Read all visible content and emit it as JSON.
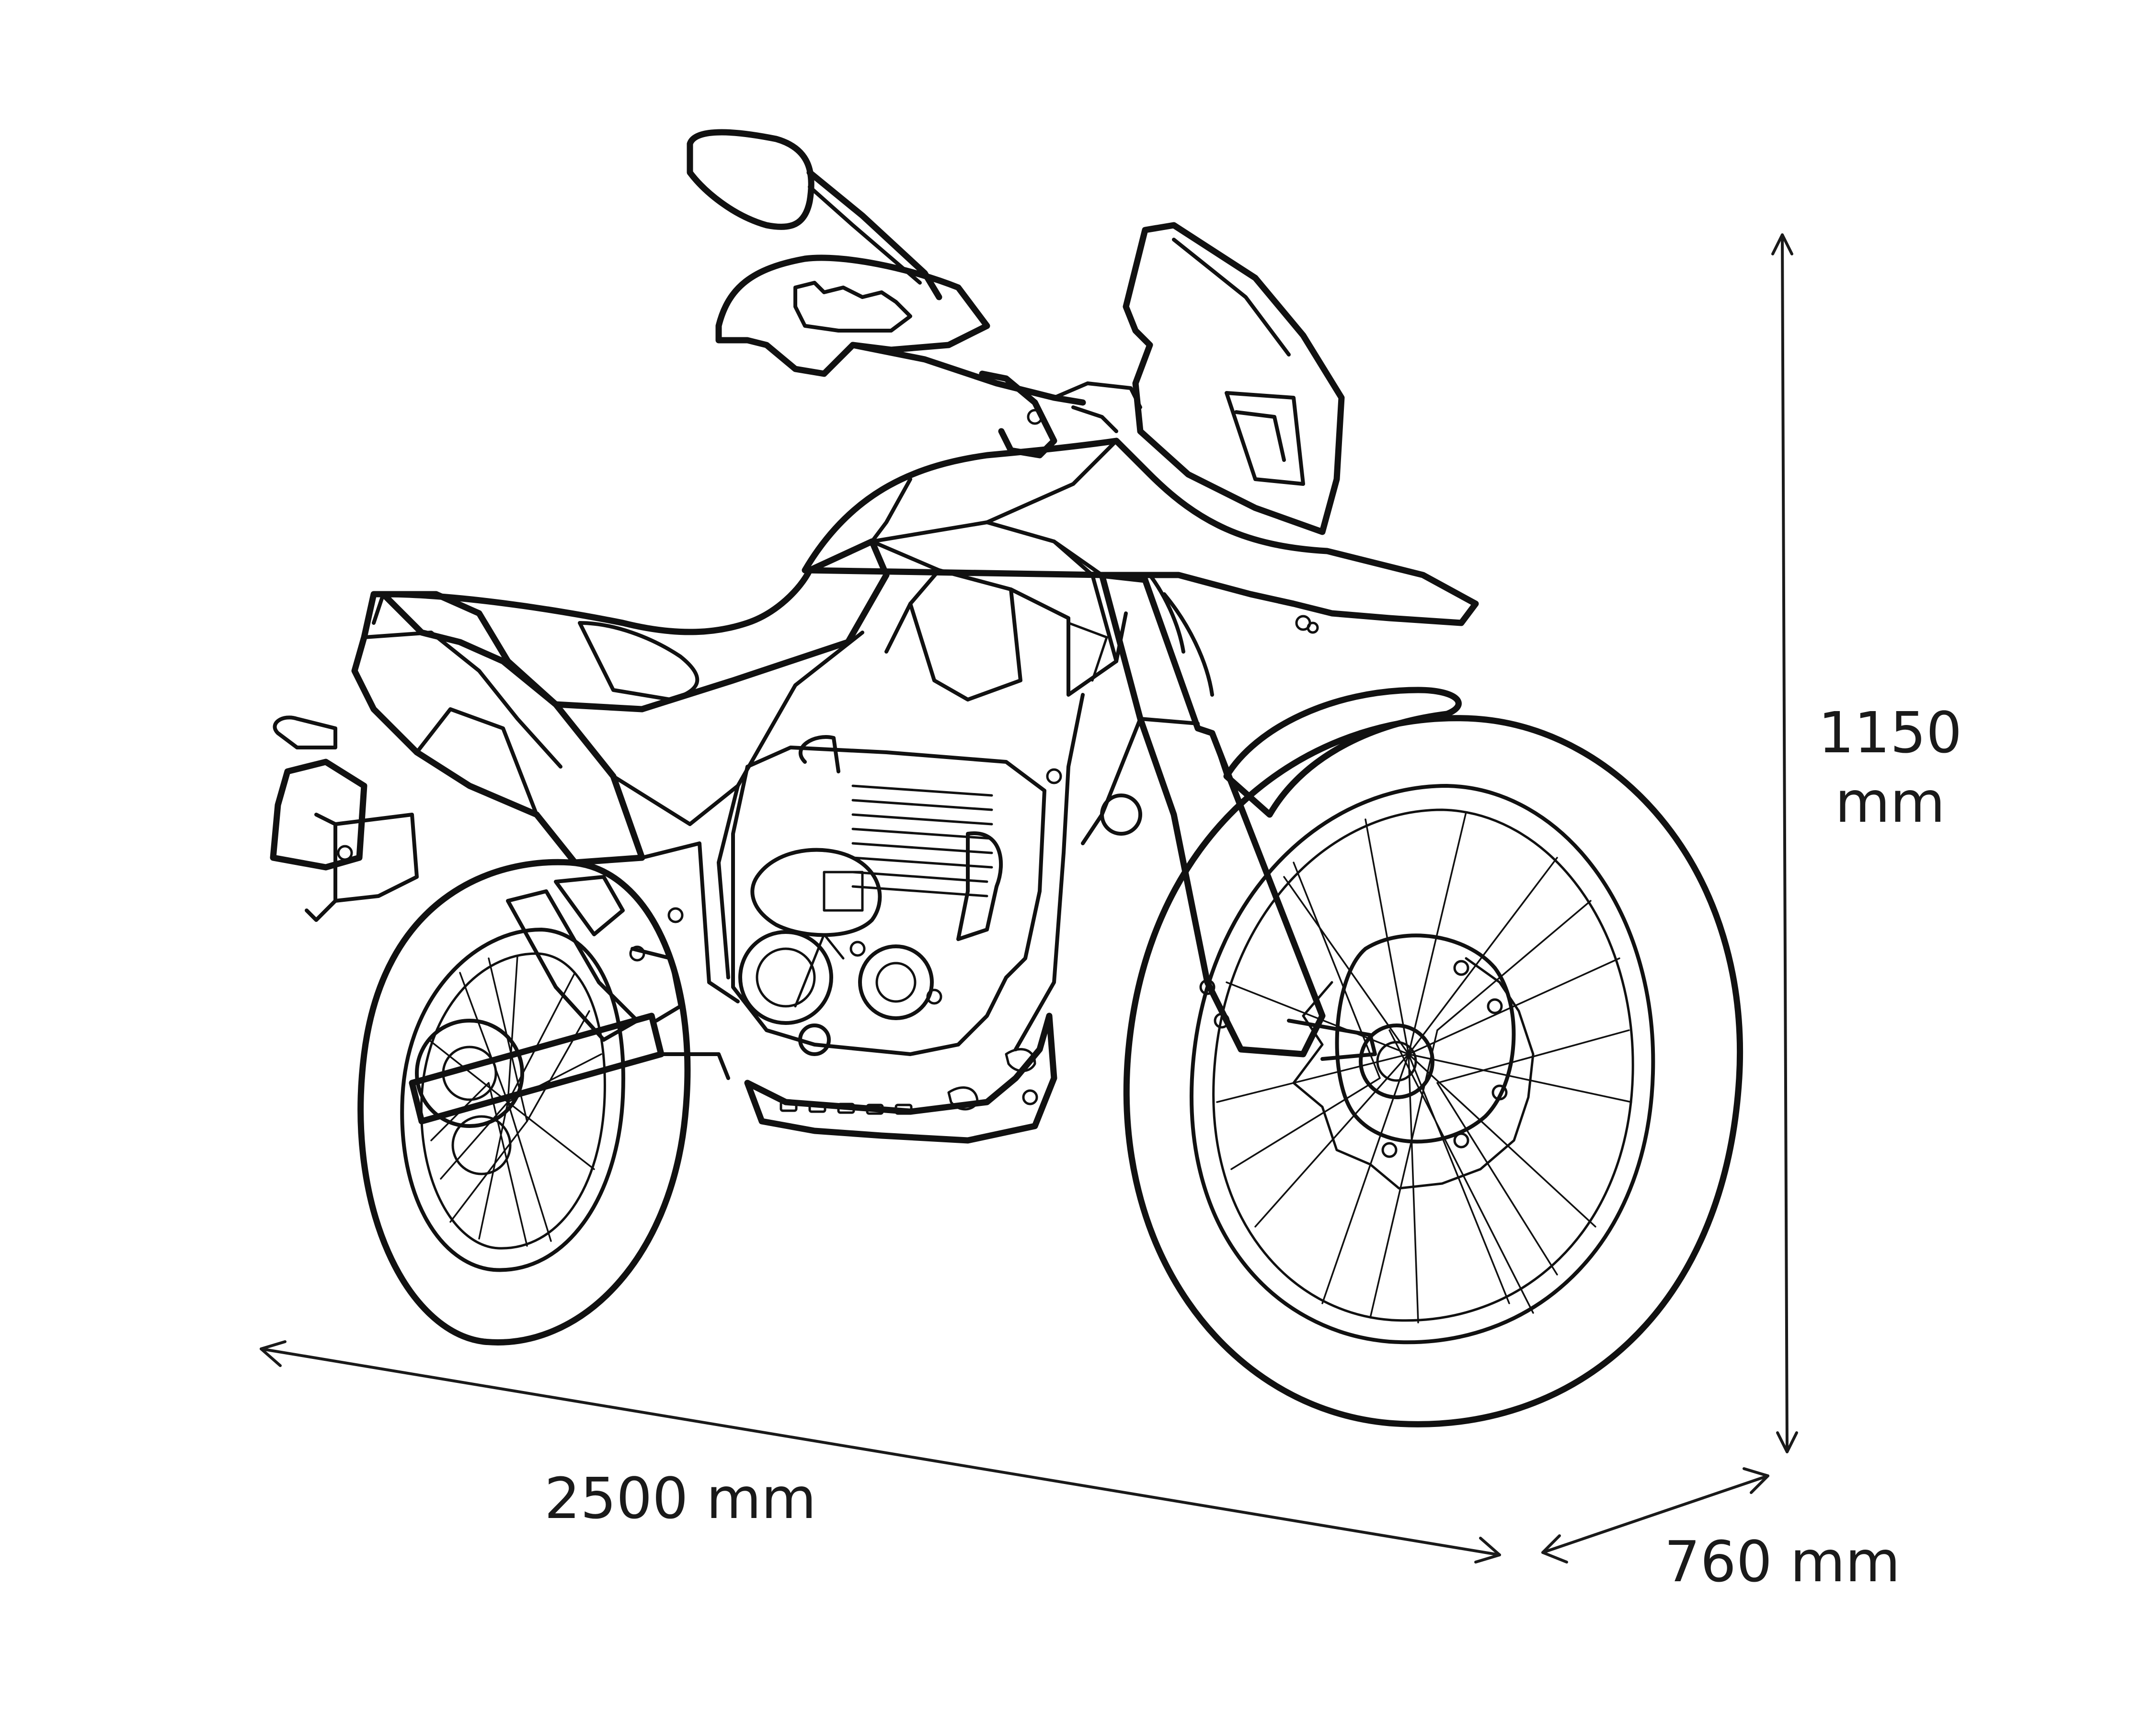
{
  "dimensions": {
    "length": "2500 mm",
    "width": "760 mm",
    "height_value": "1150",
    "height_unit": "mm"
  },
  "colors": {
    "line": "#111111",
    "background": "#ffffff"
  }
}
